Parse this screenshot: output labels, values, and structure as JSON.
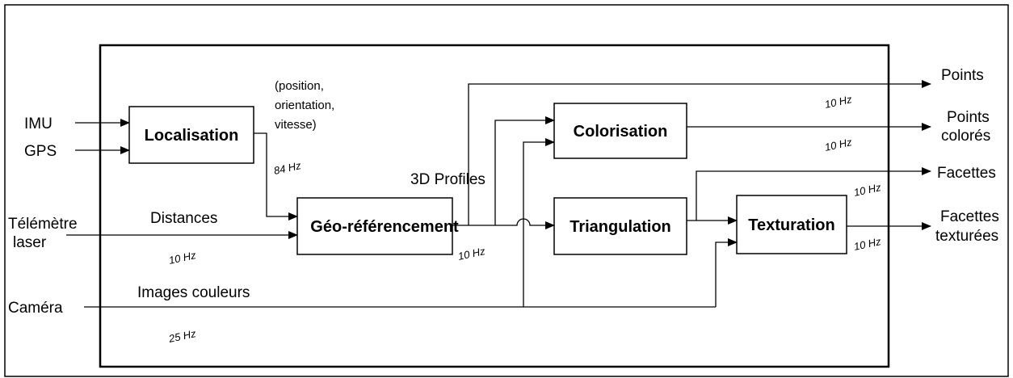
{
  "inputs": {
    "imu": "IMU",
    "gps": "GPS",
    "telemetre_line1": "Télémètre",
    "telemetre_line2": "laser",
    "camera": "Caméra"
  },
  "blocks": {
    "localisation": "Localisation",
    "georef": "Géo-référencement",
    "colorisation": "Colorisation",
    "triangulation": "Triangulation",
    "texturation": "Texturation"
  },
  "labels": {
    "pose_line1": "(position,",
    "pose_line2": "orientation,",
    "pose_line3": "vitesse)",
    "distances": "Distances",
    "images_couleurs": "Images couleurs",
    "profiles_3d": "3D Profiles"
  },
  "rates": {
    "localisation": "84 Hz",
    "distances": "10 Hz",
    "camera": "25 Hz",
    "georef_out": "10 Hz",
    "points": "10 Hz",
    "points_colores": "10 Hz",
    "facettes": "10 Hz",
    "facettes_texturees": "10 Hz"
  },
  "outputs": {
    "points": "Points",
    "points_colores_line1": "Points",
    "points_colores_line2": "colorés",
    "facettes": "Facettes",
    "facettes_texturees_line1": "Facettes",
    "facettes_texturees_line2": "texturées"
  }
}
